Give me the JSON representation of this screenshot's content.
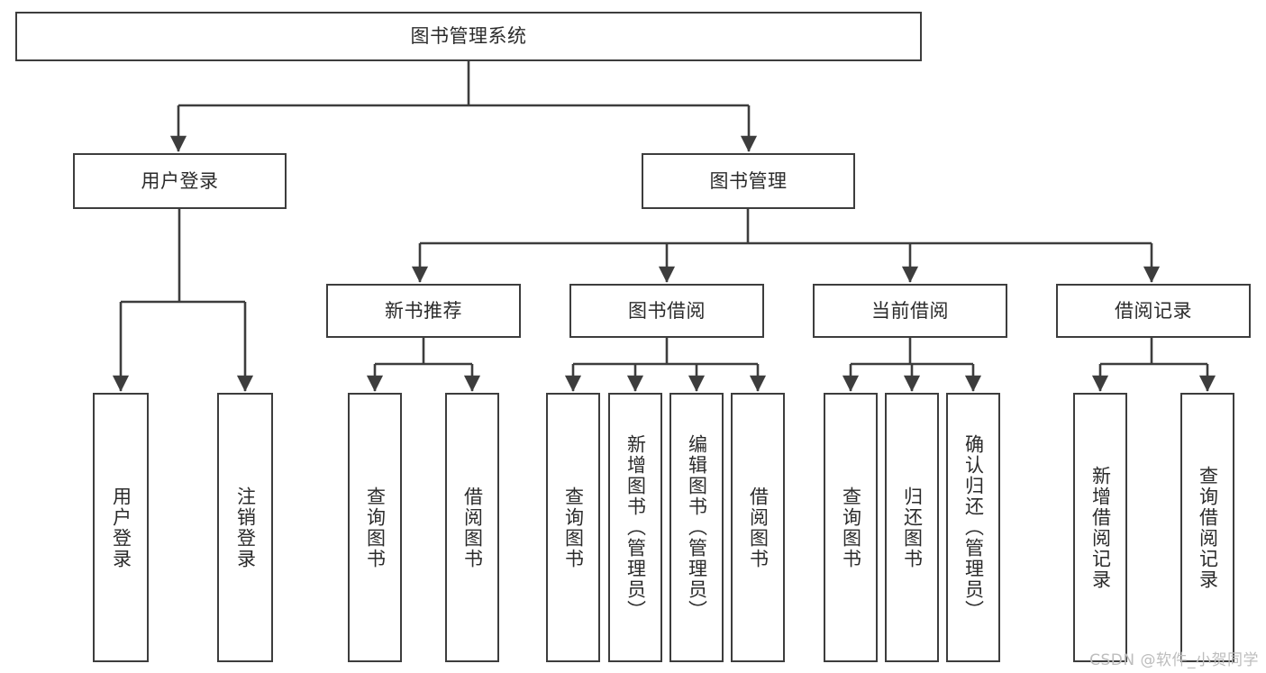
{
  "diagram": {
    "type": "hierarchy-tree",
    "title": "图书管理系统",
    "watermark": "CSDN @软件_小贺同学",
    "colors": {
      "stroke": "#3d3d3d",
      "fill": "#ffffff",
      "text": "#2b2b2b",
      "watermark": "#bdbdbd"
    },
    "nodes": {
      "root": {
        "label": "图书管理系统"
      },
      "level2": [
        {
          "label": "用户登录"
        },
        {
          "label": "图书管理"
        }
      ],
      "level3": [
        {
          "label": "新书推荐"
        },
        {
          "label": "图书借阅"
        },
        {
          "label": "当前借阅"
        },
        {
          "label": "借阅记录"
        }
      ],
      "leaves": {
        "user_login": [
          {
            "label": "用户登录"
          },
          {
            "label": "注销登录"
          }
        ],
        "new_book": [
          {
            "label": "查询图书"
          },
          {
            "label": "借阅图书"
          }
        ],
        "book_borrow": [
          {
            "label": "查询图书"
          },
          {
            "label": "新增图书（管理员）"
          },
          {
            "label": "编辑图书（管理员）"
          },
          {
            "label": "借阅图书"
          }
        ],
        "current_borrow": [
          {
            "label": "查询图书"
          },
          {
            "label": "归还图书"
          },
          {
            "label": "确认归还（管理员）"
          }
        ],
        "borrow_record": [
          {
            "label": "新增借阅记录"
          },
          {
            "label": "查询借阅记录"
          }
        ]
      }
    }
  }
}
